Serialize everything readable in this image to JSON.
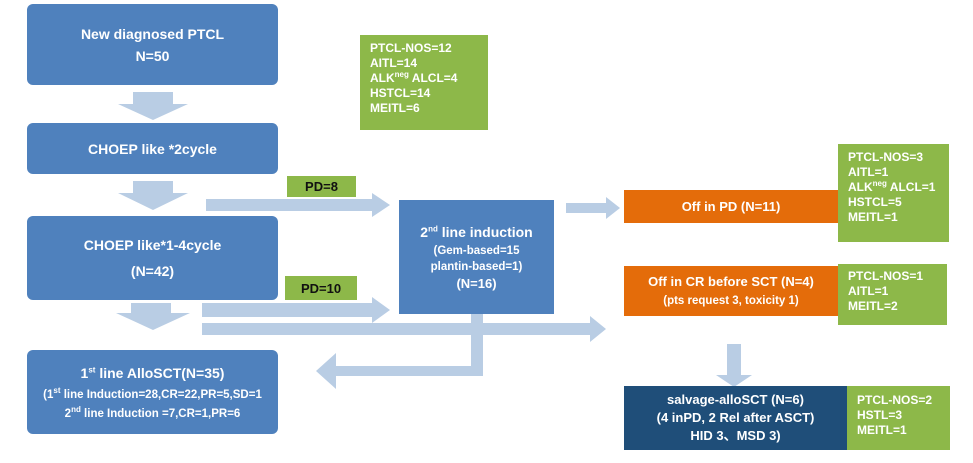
{
  "box_new": {
    "title": "New diagnosed PTCL",
    "n": "N=50"
  },
  "box_choep2": {
    "title": "CHOEP like *2cycle"
  },
  "box_choep14": {
    "title": "CHOEP like*1-4cycle",
    "n": "(N=42)"
  },
  "box_allosct": {
    "title_pre": "1",
    "title_sup": "st",
    "title_post": " line AlloSCT(N=35)",
    "line1_pre": "(1",
    "line1_sup": "st",
    "line1_post": " line Induction=28,CR=22,PR=5,SD=1",
    "line2_pre": "2",
    "line2_sup": "nd",
    "line2_post": " line Induction =7,CR=1,PR=6"
  },
  "box_second": {
    "title_pre": "2",
    "title_sup": "nd",
    "title_post": " line induction",
    "line1": "(Gem-based=15",
    "line2": "plantin-based=1)",
    "n": "(N=16)"
  },
  "box_offpd": {
    "title": "Off  in PD (N=11)"
  },
  "box_offcr": {
    "title": "Off in CR before SCT (N=4)",
    "sub": "(pts request 3, toxicity 1)"
  },
  "box_salvage": {
    "line1": "salvage-alloSCT (N=6)",
    "line2": "(4 inPD, 2 Rel after ASCT)",
    "line3": "HID 3、MSD 3)"
  },
  "pd8": "PD=8",
  "pd10": "PD=10",
  "green_top": {
    "l1": "PTCL-NOS=12",
    "l2": "AITL=14",
    "l3_pre": "ALK",
    "l3_sup": "neg",
    "l3_post": " ALCL=4",
    "l4": "HSTCL=14",
    "l5": "MEITL=6"
  },
  "green_pd": {
    "l1": "PTCL-NOS=3",
    "l2": "AITL=1",
    "l3_pre": "ALK",
    "l3_sup": "neg",
    "l3_post": " ALCL=1",
    "l4": "HSTCL=5",
    "l5": "MEITL=1"
  },
  "green_cr": {
    "l1": "PTCL-NOS=1",
    "l2": "AITL=1",
    "l3": "MEITL=2"
  },
  "green_salvage": {
    "l1": "PTCL-NOS=2",
    "l2": "HSTL=3",
    "l3": "MEITL=1"
  },
  "colors": {
    "blue": "#4f81bd",
    "navy": "#1f4e79",
    "orange": "#e46c0a",
    "green": "#8db849",
    "arrow": "#b9cde4"
  }
}
